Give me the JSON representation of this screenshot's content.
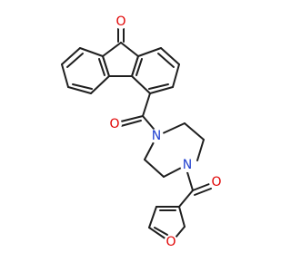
{
  "molecule": {
    "atoms": {
      "o_ketone": {
        "symbol": "O",
        "color": "#e00000"
      },
      "o_amide1": {
        "symbol": "O",
        "color": "#e00000"
      },
      "n1": {
        "symbol": "N",
        "color": "#2040d0"
      },
      "n2": {
        "symbol": "N",
        "color": "#2040d0"
      },
      "o_amide2": {
        "symbol": "O",
        "color": "#e00000"
      },
      "o_furan": {
        "symbol": "O",
        "color": "#e00000"
      }
    }
  }
}
